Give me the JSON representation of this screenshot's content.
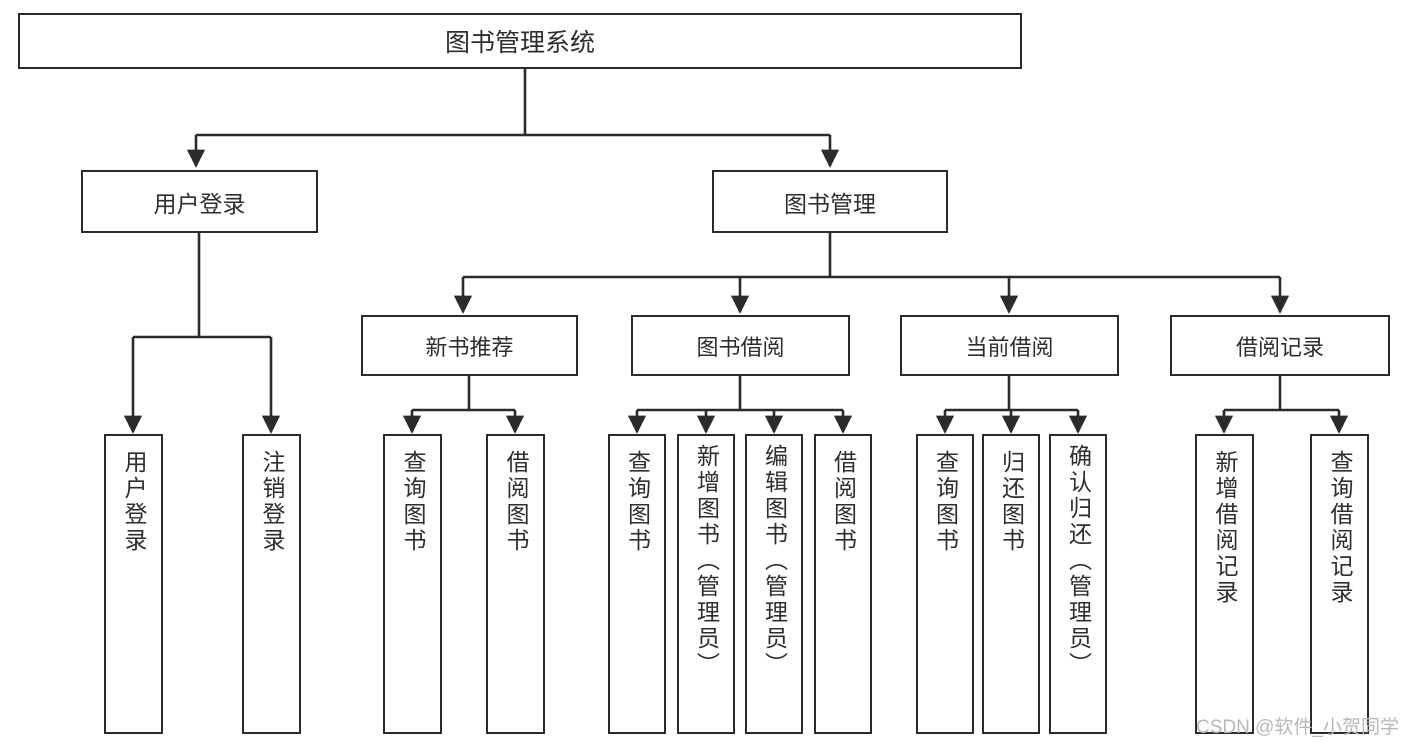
{
  "diagram": {
    "type": "tree-hierarchy-chart",
    "title": "图书管理系统",
    "line_color": "#2b2b2b",
    "box_fill": "#ffffff",
    "text_color": "#2e2e2e",
    "watermark": "CSDN @软件_小贺同学"
  },
  "nodes": {
    "root": {
      "label": "图书管理系统",
      "level": 1
    },
    "level2": [
      {
        "id": "user-login",
        "label": "用户登录"
      },
      {
        "id": "book-management",
        "label": "图书管理"
      }
    ],
    "level3": [
      {
        "id": "new-book-recommend",
        "label": "新书推荐",
        "parent": "book-management"
      },
      {
        "id": "book-borrow",
        "label": "图书借阅",
        "parent": "book-management"
      },
      {
        "id": "current-borrow",
        "label": "当前借阅",
        "parent": "book-management"
      },
      {
        "id": "borrow-record",
        "label": "借阅记录",
        "parent": "book-management"
      }
    ],
    "leaves": [
      {
        "id": "leaf-user-login",
        "label": "用户登录",
        "parent": "user-login"
      },
      {
        "id": "leaf-logout-login",
        "label": "注销登录",
        "parent": "user-login"
      },
      {
        "id": "leaf-query-book-1",
        "label": "查询图书",
        "parent": "new-book-recommend"
      },
      {
        "id": "leaf-borrow-book-1",
        "label": "借阅图书",
        "parent": "new-book-recommend"
      },
      {
        "id": "leaf-query-book-2",
        "label": "查询图书",
        "parent": "book-borrow"
      },
      {
        "id": "leaf-add-book",
        "label": "新增图书（管理员）",
        "parent": "book-borrow"
      },
      {
        "id": "leaf-edit-book",
        "label": "编辑图书（管理员）",
        "parent": "book-borrow"
      },
      {
        "id": "leaf-borrow-book-2",
        "label": "借阅图书",
        "parent": "book-borrow"
      },
      {
        "id": "leaf-query-book-3",
        "label": "查询图书",
        "parent": "current-borrow"
      },
      {
        "id": "leaf-return-book",
        "label": "归还图书",
        "parent": "current-borrow"
      },
      {
        "id": "leaf-confirm-return",
        "label": "确认归还（管理员）",
        "parent": "current-borrow"
      },
      {
        "id": "leaf-add-record",
        "label": "新增借阅记录",
        "parent": "borrow-record"
      },
      {
        "id": "leaf-query-record",
        "label": "查询借阅记录",
        "parent": "borrow-record"
      }
    ]
  }
}
